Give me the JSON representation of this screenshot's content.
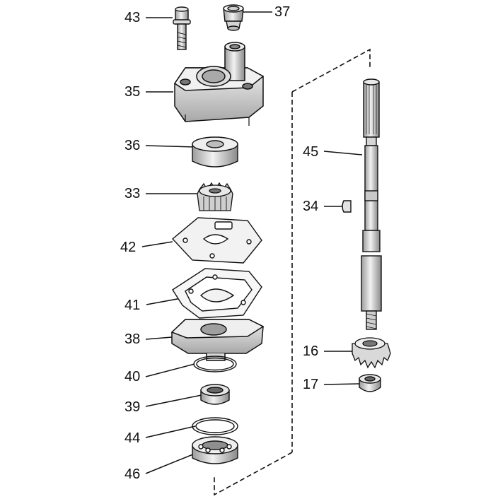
{
  "callouts": {
    "c43": "43",
    "c37": "37",
    "c35": "35",
    "c36": "36",
    "c33": "33",
    "c42": "42",
    "c41": "41",
    "c38": "38",
    "c40": "40",
    "c39": "39",
    "c44": "44",
    "c46": "46",
    "c45": "45",
    "c34": "34",
    "c16": "16",
    "c17": "17"
  },
  "colors": {
    "line": "#111111",
    "part_fill": "#ececec",
    "part_shade": "#bdbdbd",
    "background": "#ffffff"
  }
}
